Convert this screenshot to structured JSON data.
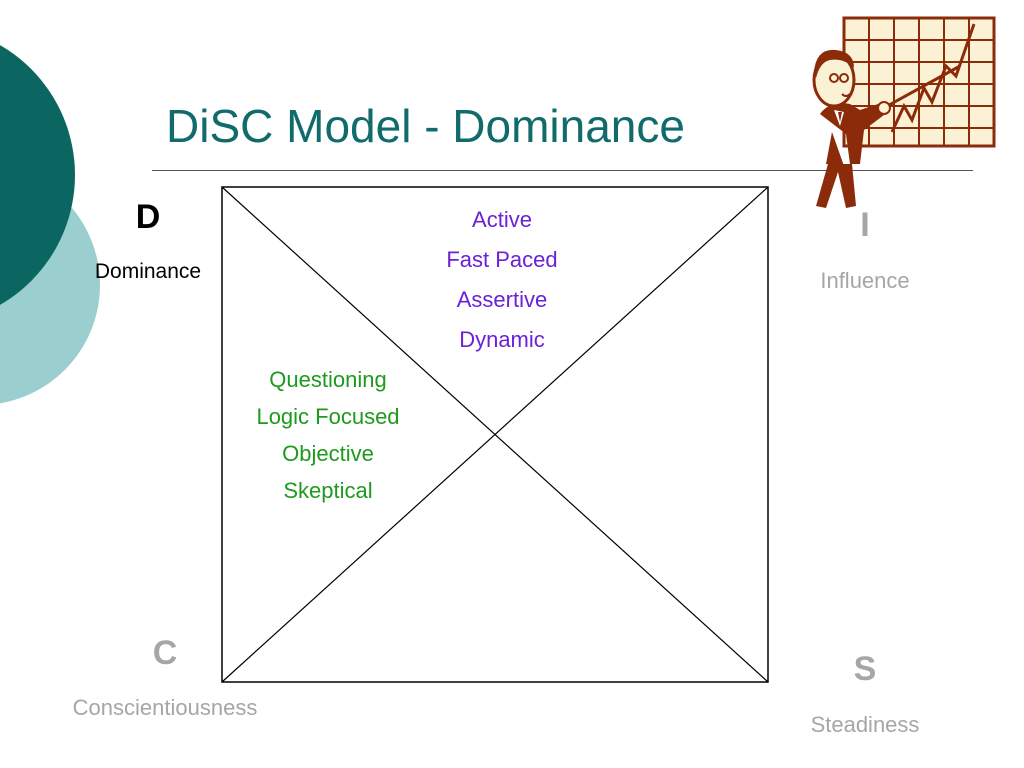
{
  "slide": {
    "title": "DiSC Model - Dominance"
  },
  "colors": {
    "title": "#126b6b",
    "dark_teal": "#0b6661",
    "light_teal": "#9bcfcf",
    "active_quadrant_letter": "#000000",
    "inactive_quadrant": "#a6a6a6",
    "d_traits": "#6b21d6",
    "c_traits": "#1e9a1e",
    "clipart_brown": "#8b2b0a",
    "clipart_grid": "#fbf2d6"
  },
  "quadrants": {
    "d": {
      "letter": "D",
      "name": "Dominance"
    },
    "i": {
      "letter": "I",
      "name": "Influence"
    },
    "c": {
      "letter": "C",
      "name": "Conscientiousness"
    },
    "s": {
      "letter": "S",
      "name": "Steadiness"
    }
  },
  "traits": {
    "top": [
      "Active",
      "Fast Paced",
      "Assertive",
      "Dynamic"
    ],
    "left": [
      "Questioning",
      "Logic Focused",
      "Objective",
      "Skeptical"
    ]
  },
  "icons": {
    "clipart": "presenter-pointing-at-growth-chart-icon"
  }
}
